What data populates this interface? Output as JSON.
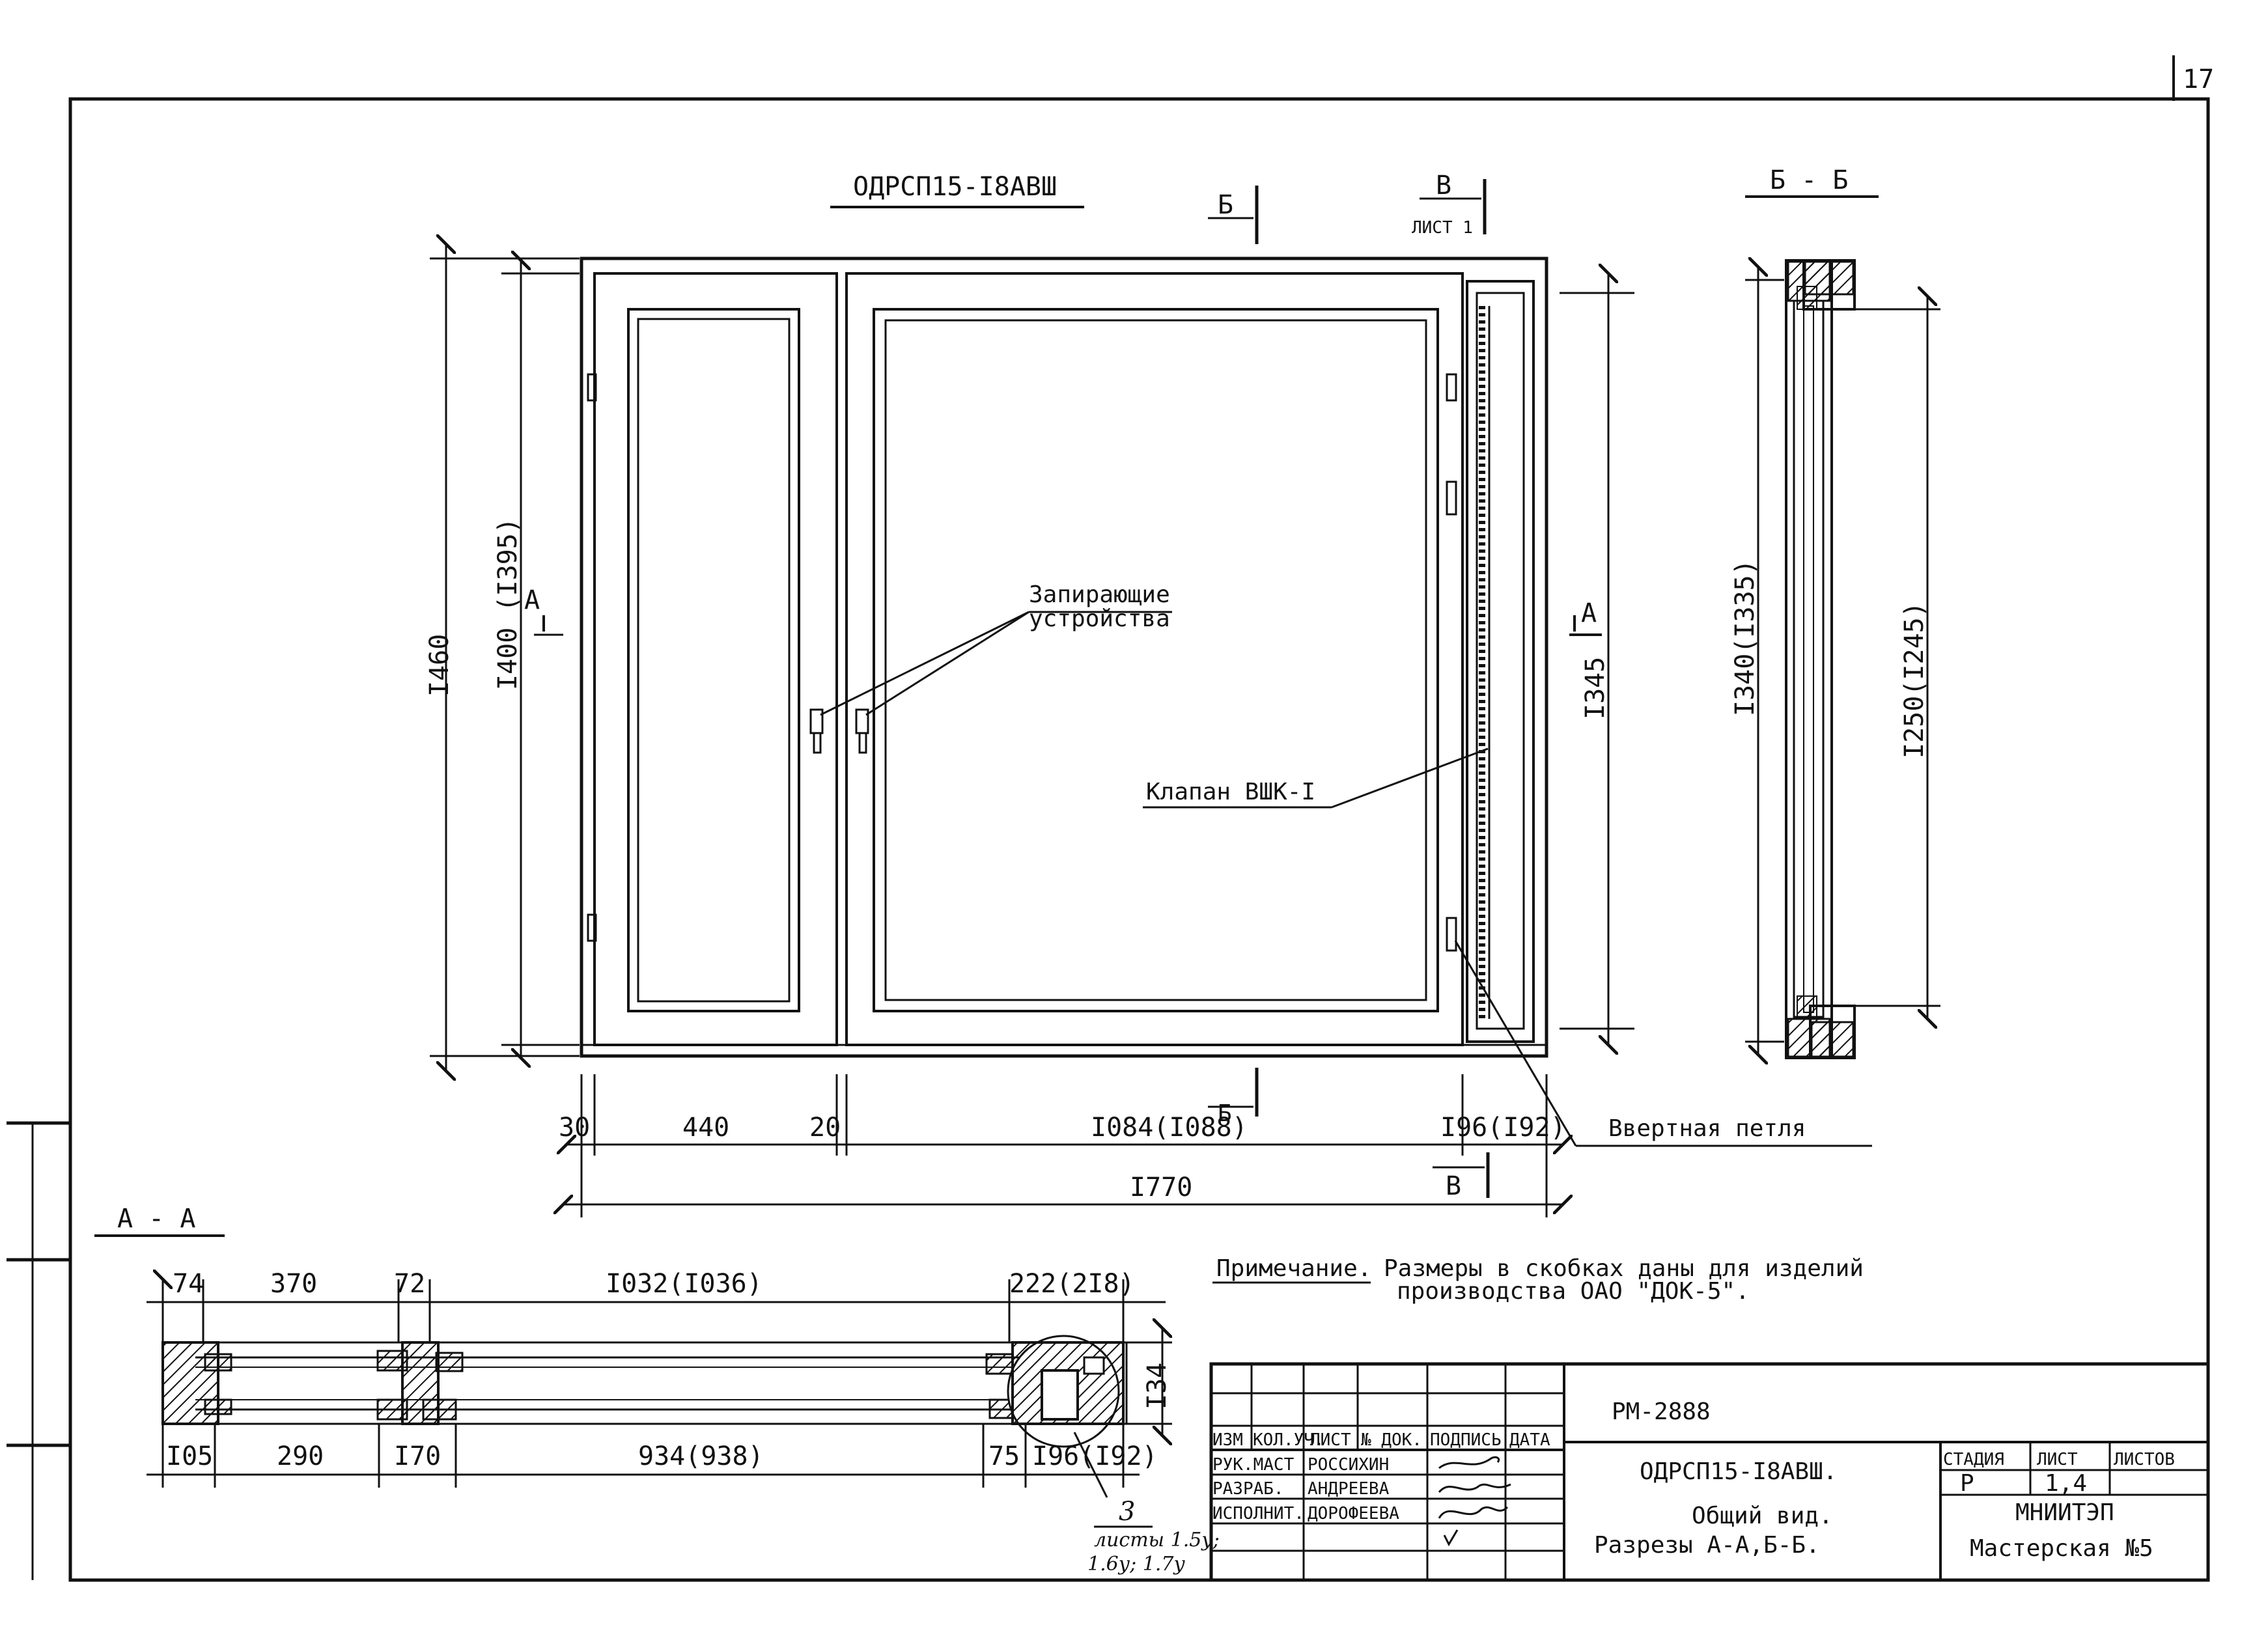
{
  "page_number": "17",
  "main_view": {
    "title": "ОДРСП15-I8АВШ",
    "section_b_mark": "Б",
    "section_v_mark": "В",
    "section_v_ref": "ЛИСТ 1",
    "section_a_mark": "А",
    "callout_locks_line1": "Запирающие",
    "callout_locks_line2": "устройства",
    "callout_valve": "Клапан ВШК-I",
    "callout_hinge": "Ввертная петля"
  },
  "dimensions": {
    "height_overall": "I460",
    "height_inner": "I400 (I395)",
    "height_right": "I345",
    "w_30": "30",
    "w_440": "440",
    "w_20": "20",
    "w_1084": "I084(I088)",
    "w_196": "I96(I92)",
    "w_total": "I770"
  },
  "section_bb": {
    "title": "Б - Б",
    "dim_outer": "I340(I335)",
    "dim_inner": "I250(I245)"
  },
  "section_aa": {
    "title": "А - А",
    "top": [
      "74",
      "370",
      "72",
      "I032(I036)",
      "222(2I8)"
    ],
    "bottom": [
      "I05",
      "290",
      "I70",
      "934(938)",
      "75",
      "I96(I92)"
    ],
    "height": "I34",
    "detail_number": "3",
    "detail_ref_line1": "листы 1.5у;",
    "detail_ref_line2": "1.6у; 1.7у"
  },
  "note": {
    "label": "Примечание.",
    "line1": "Размеры в скобках даны для изделий",
    "line2": "производства ОАО \"ДОК-5\"."
  },
  "title_block": {
    "doc_code": "РМ-2888",
    "headers": [
      "ИЗМ",
      "КОЛ.УЧ.",
      "ЛИСТ",
      "№ ДОК.",
      "ПОДПИСЬ",
      "ДАТА"
    ],
    "roles": [
      "РУК.МАСТ",
      "РАЗРАБ.",
      "ИСПОЛНИТ."
    ],
    "names": [
      "РОССИХИН",
      "АНДРЕЕВА",
      "ДОРОФЕЕВА"
    ],
    "product": "ОДРСП15-I8АВШ.",
    "view_line1": "Общий вид.",
    "view_line2": "Разрезы А-А,Б-Б.",
    "stage_header": "СТАДИЯ",
    "sheet_header": "ЛИСТ",
    "sheets_header": "ЛИСТОВ",
    "stage": "Р",
    "sheet": "1,4",
    "sheets": "",
    "org": "МНИИТЭП",
    "workshop": "Мастерская №5"
  }
}
